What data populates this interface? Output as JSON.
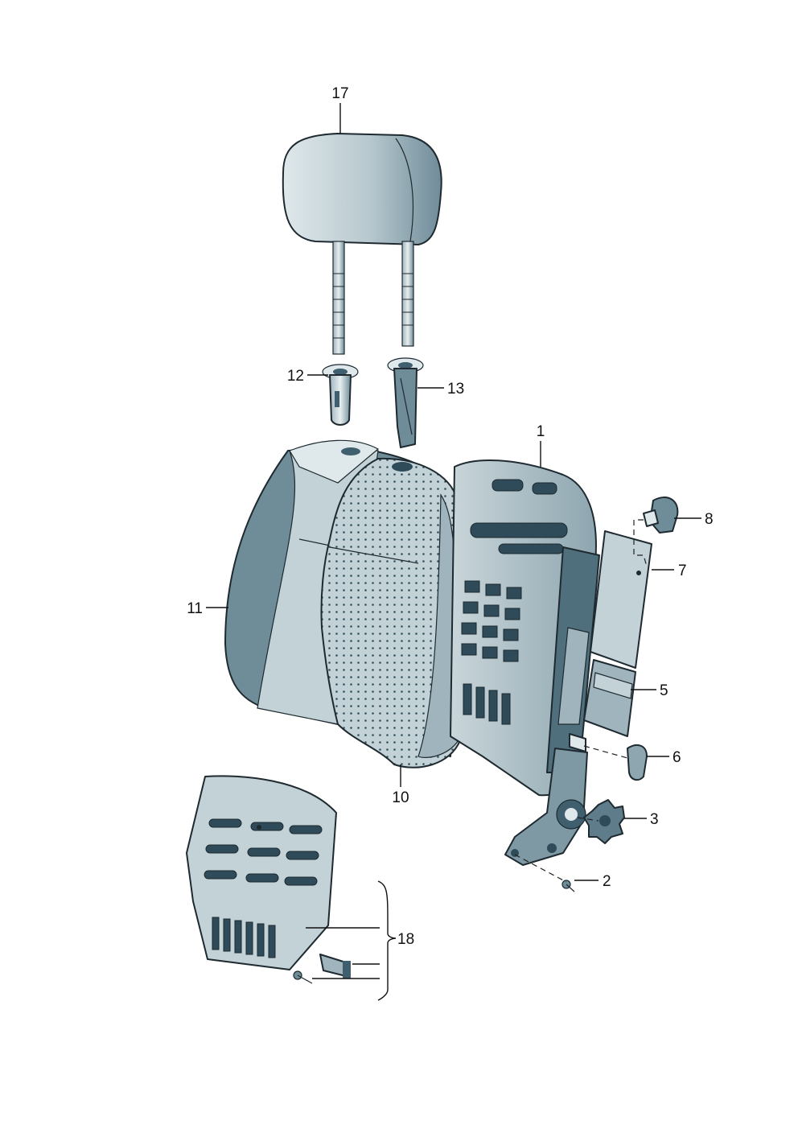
{
  "callouts": {
    "c1": "1",
    "c2": "2",
    "c3": "3",
    "c5": "5",
    "c6": "6",
    "c7": "7",
    "c8": "8",
    "c10": "10",
    "c11": "11",
    "c12": "12",
    "c13": "13",
    "c17": "17",
    "c18": "18"
  },
  "colors": {
    "light_fill": "#cdd9dd",
    "mid_fill": "#9fb4bd",
    "dark_fill": "#6f8c99",
    "deep_fill": "#3f5f6e",
    "outline": "#1e2a30"
  }
}
